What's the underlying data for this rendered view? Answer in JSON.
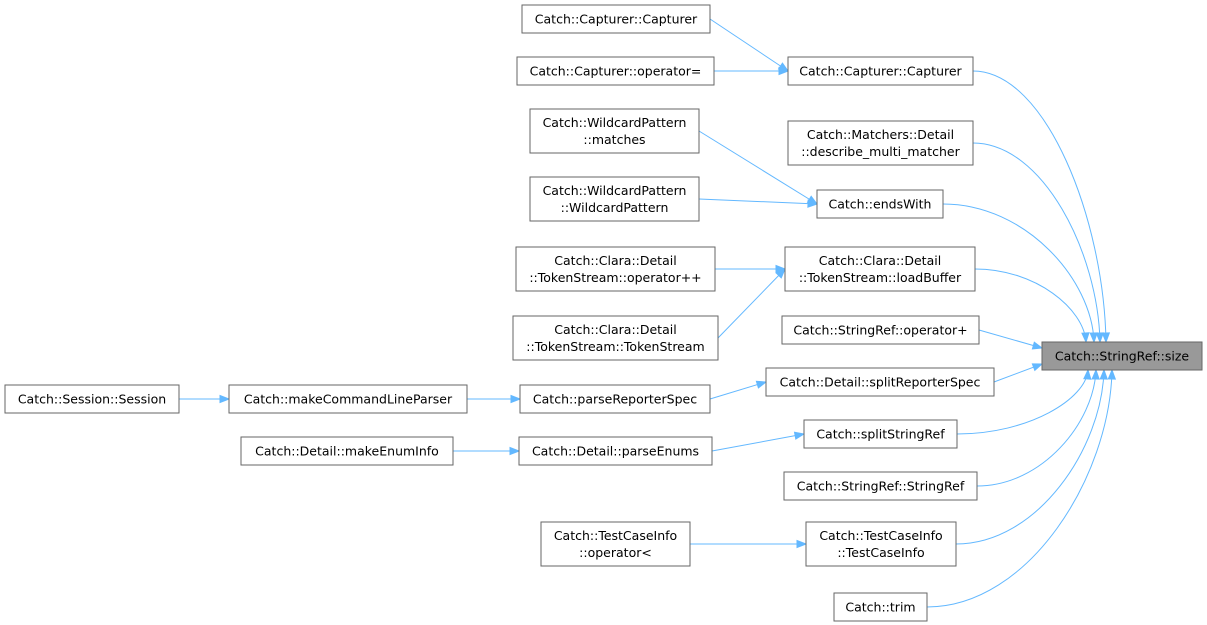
{
  "colors": {
    "edge": "#63b8ff",
    "root_fill": "#999999",
    "node_border": "#666666",
    "node_fill": "#ffffff"
  },
  "nodes": [
    {
      "id": "root",
      "lines": [
        "Catch::StringRef::size"
      ],
      "root": true
    },
    {
      "id": "cap_cap_src",
      "lines": [
        "Catch::Capturer::Capturer"
      ]
    },
    {
      "id": "cap_op",
      "lines": [
        "Catch::Capturer::operator="
      ]
    },
    {
      "id": "cap_cap",
      "lines": [
        "Catch::Capturer::Capturer"
      ]
    },
    {
      "id": "wc_matches",
      "lines": [
        "Catch::WildcardPattern",
        "::matches"
      ]
    },
    {
      "id": "describe",
      "lines": [
        "Catch::Matchers::Detail",
        "::describe_multi_matcher"
      ]
    },
    {
      "id": "wc_ctor",
      "lines": [
        "Catch::WildcardPattern",
        "::WildcardPattern"
      ]
    },
    {
      "id": "endswith",
      "lines": [
        "Catch::endsWith"
      ]
    },
    {
      "id": "ts_opinc",
      "lines": [
        "Catch::Clara::Detail",
        "::TokenStream::operator++"
      ]
    },
    {
      "id": "ts_load",
      "lines": [
        "Catch::Clara::Detail",
        "::TokenStream::loadBuffer"
      ]
    },
    {
      "id": "ts_ctor",
      "lines": [
        "Catch::Clara::Detail",
        "::TokenStream::TokenStream"
      ]
    },
    {
      "id": "sr_opplus",
      "lines": [
        "Catch::StringRef::operator+"
      ]
    },
    {
      "id": "session",
      "lines": [
        "Catch::Session::Session"
      ]
    },
    {
      "id": "make_cli",
      "lines": [
        "Catch::makeCommandLineParser"
      ]
    },
    {
      "id": "parse_rep",
      "lines": [
        "Catch::parseReporterSpec"
      ]
    },
    {
      "id": "split_rep",
      "lines": [
        "Catch::Detail::splitReporterSpec"
      ]
    },
    {
      "id": "make_enum",
      "lines": [
        "Catch::Detail::makeEnumInfo"
      ]
    },
    {
      "id": "parse_enums",
      "lines": [
        "Catch::Detail::parseEnums"
      ]
    },
    {
      "id": "split_sr",
      "lines": [
        "Catch::splitStringRef"
      ]
    },
    {
      "id": "sr_ctor",
      "lines": [
        "Catch::StringRef::StringRef"
      ]
    },
    {
      "id": "tci_lt",
      "lines": [
        "Catch::TestCaseInfo",
        "::operator<"
      ]
    },
    {
      "id": "tci_ctor",
      "lines": [
        "Catch::TestCaseInfo",
        "::TestCaseInfo"
      ]
    },
    {
      "id": "trim",
      "lines": [
        "Catch::trim"
      ]
    }
  ],
  "edges": [
    [
      "cap_cap_src",
      "cap_cap"
    ],
    [
      "cap_op",
      "cap_cap"
    ],
    [
      "cap_cap",
      "root"
    ],
    [
      "describe",
      "root"
    ],
    [
      "wc_matches",
      "endswith"
    ],
    [
      "wc_ctor",
      "endswith"
    ],
    [
      "endswith",
      "root"
    ],
    [
      "ts_opinc",
      "ts_load"
    ],
    [
      "ts_ctor",
      "ts_load"
    ],
    [
      "ts_load",
      "root"
    ],
    [
      "sr_opplus",
      "root"
    ],
    [
      "session",
      "make_cli"
    ],
    [
      "make_cli",
      "parse_rep"
    ],
    [
      "parse_rep",
      "split_rep"
    ],
    [
      "split_rep",
      "root"
    ],
    [
      "make_enum",
      "parse_enums"
    ],
    [
      "parse_enums",
      "split_sr"
    ],
    [
      "split_sr",
      "root"
    ],
    [
      "sr_ctor",
      "root"
    ],
    [
      "tci_lt",
      "tci_ctor"
    ],
    [
      "tci_ctor",
      "root"
    ],
    [
      "trim",
      "root"
    ]
  ]
}
